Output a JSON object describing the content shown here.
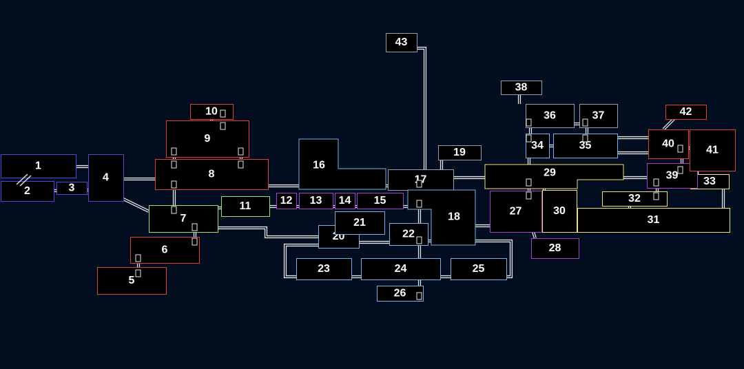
{
  "map": {
    "background": "#020d1f",
    "colors": {
      "blue": "#4b4bd6",
      "red": "#e0403c",
      "green": "#9fe27a",
      "purple": "#a442c8",
      "cyan": "#79b2e6",
      "yellow": "#f0e27a",
      "gray": "#9aa0aa",
      "path": "#e8e8e8"
    },
    "rooms": [
      {
        "id": "room-1",
        "label": "1",
        "color": "blue"
      },
      {
        "id": "room-2",
        "label": "2",
        "color": "blue"
      },
      {
        "id": "room-3",
        "label": "3",
        "color": "blue"
      },
      {
        "id": "room-4",
        "label": "4",
        "color": "blue"
      },
      {
        "id": "room-5",
        "label": "5",
        "color": "red"
      },
      {
        "id": "room-6",
        "label": "6",
        "color": "red"
      },
      {
        "id": "room-7",
        "label": "7",
        "color": "green"
      },
      {
        "id": "room-8",
        "label": "8",
        "color": "red"
      },
      {
        "id": "room-9",
        "label": "9",
        "color": "red"
      },
      {
        "id": "room-10",
        "label": "10",
        "color": "red"
      },
      {
        "id": "room-11",
        "label": "11",
        "color": "green"
      },
      {
        "id": "room-12",
        "label": "12",
        "color": "purple"
      },
      {
        "id": "room-13",
        "label": "13",
        "color": "purple"
      },
      {
        "id": "room-14",
        "label": "14",
        "color": "purple"
      },
      {
        "id": "room-15",
        "label": "15",
        "color": "purple"
      },
      {
        "id": "room-16",
        "label": "16",
        "color": "cyan"
      },
      {
        "id": "room-17",
        "label": "17",
        "color": "gray"
      },
      {
        "id": "room-18",
        "label": "18",
        "color": "cyan"
      },
      {
        "id": "room-19",
        "label": "19",
        "color": "gray"
      },
      {
        "id": "room-20",
        "label": "20",
        "color": "cyan"
      },
      {
        "id": "room-21",
        "label": "21",
        "color": "cyan"
      },
      {
        "id": "room-22",
        "label": "22",
        "color": "cyan"
      },
      {
        "id": "room-23",
        "label": "23",
        "color": "cyan"
      },
      {
        "id": "room-24",
        "label": "24",
        "color": "cyan"
      },
      {
        "id": "room-25",
        "label": "25",
        "color": "cyan"
      },
      {
        "id": "room-26",
        "label": "26",
        "color": "cyan"
      },
      {
        "id": "room-27",
        "label": "27",
        "color": "purple"
      },
      {
        "id": "room-28",
        "label": "28",
        "color": "purple"
      },
      {
        "id": "room-29",
        "label": "29",
        "color": "yellow"
      },
      {
        "id": "room-30",
        "label": "30",
        "color": "yellow"
      },
      {
        "id": "room-31",
        "label": "31",
        "color": "yellow"
      },
      {
        "id": "room-32",
        "label": "32",
        "color": "yellow"
      },
      {
        "id": "room-33",
        "label": "33",
        "color": "yellow"
      },
      {
        "id": "room-34",
        "label": "34",
        "color": "cyan"
      },
      {
        "id": "room-35",
        "label": "35",
        "color": "cyan"
      },
      {
        "id": "room-36",
        "label": "36",
        "color": "gray"
      },
      {
        "id": "room-37",
        "label": "37",
        "color": "gray"
      },
      {
        "id": "room-38",
        "label": "38",
        "color": "gray"
      },
      {
        "id": "room-39",
        "label": "39",
        "color": "purple"
      },
      {
        "id": "room-40",
        "label": "40",
        "color": "red"
      },
      {
        "id": "room-41",
        "label": "41",
        "color": "red"
      },
      {
        "id": "room-42",
        "label": "42",
        "color": "red"
      },
      {
        "id": "room-43",
        "label": "43",
        "color": "gray"
      }
    ]
  }
}
